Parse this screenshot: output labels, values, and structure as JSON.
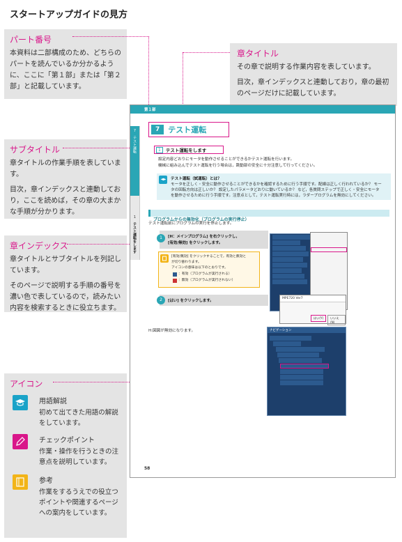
{
  "title": "スタートアップガイドの見方",
  "callouts": {
    "part": {
      "title": "パート番号",
      "body": "本資料は二部構成のため、どちらのパートを読んでいるか分かるように、ここに「第１部」または「第２部」と記載しています。"
    },
    "chapter": {
      "title": "章タイトル",
      "p1": "その章で説明する作業内容を表しています。",
      "p2": "目次，章インデックスと連動しており，章の最初のページだけに記載しています。"
    },
    "subtitle": {
      "title": "サブタイトル",
      "p1": "章タイトルの作業手順を表しています。",
      "p2": "目次，章インデックスと連動しており，ここを読めば，その章の大まかな手順が分かります。"
    },
    "index": {
      "title": "章インデックス",
      "p1": "章タイトルとサブタイトルを列記しています。",
      "p2": "そのページで説明する手順の番号を濃い色で表しているので，読みたい内容を検索するときに役立ちます。"
    },
    "icons": {
      "title": "アイコン",
      "items": [
        {
          "name": "用語解説",
          "desc": "初めて出てきた用語の解説をしています。",
          "icon": "graduation-cap-icon",
          "color": "#1aa3c8"
        },
        {
          "name": "チェックポイント",
          "desc": "作業・操作を行うときの注意点を説明しています。",
          "icon": "pencil-icon",
          "color": "#d9168a"
        },
        {
          "name": "参考",
          "desc": "作業をするうえでの役立つポイントや関連するページへの案内をしています。",
          "icon": "book-icon",
          "color": "#f2b418"
        }
      ]
    }
  },
  "sample": {
    "part_label": "第１部",
    "chapter_number": "7",
    "chapter_title": "テスト運転",
    "index_number": "7",
    "index_chapter": "テスト運転",
    "index_sub_number": "1",
    "index_sub": "テスト運転をします",
    "sub_number": "1",
    "sub_title": "テスト運転をします",
    "sub_lead1": "設定内容どおりにモータを動作させることができるかテスト運転を行います。",
    "sub_lead2": "機械に組み込んでテスト運転を行う場合は，跳動部の安全に十分注意して行ってください。",
    "term_title": "テスト運転（試運転）とは？",
    "term_body1": "モータを正しく・安全に動作させることができるかを確認するために行う手順です。配線は正しく行われているか？ モー",
    "term_body2": "タの回転方向は正しいか？ 設定したパラメータどおりに動いているか？ など，各質問ステップで正しく・安全にモータ",
    "term_body3": "を動作させるために行う手順です。注意点として，テスト運転実行時には，ラダープログラムを無効にしてください。",
    "section_heading": "プログラムからの無効化（プログラムの実行停止）",
    "section_lead": "テスト運転前にプログラムの実行を停止します。",
    "step1_num": "1",
    "step1_text1": "[H：メインプログラム] を右クリックし，",
    "step1_text2": "[有効/無効] をクリックします。",
    "check1": "[有効/無効] をクリックすることで，有効と無効と",
    "check2": "が切り替わります。",
    "check3": "アイコンの意味は以下のとおりです。",
    "check4": "：有効（プログラムが実行される）",
    "check5": "：無効（プログラムが実行されない）",
    "step2_num": "2",
    "step2_text": "[はい] をクリックします。",
    "result_text": "H:図図が無効になります。",
    "panel_title": "ナビゲーション",
    "dialog_title": "MPE720 Ver7",
    "dialog_ok": "はい(Y)",
    "dialog_cancel": "いいえ(N)",
    "page_number": "58"
  }
}
